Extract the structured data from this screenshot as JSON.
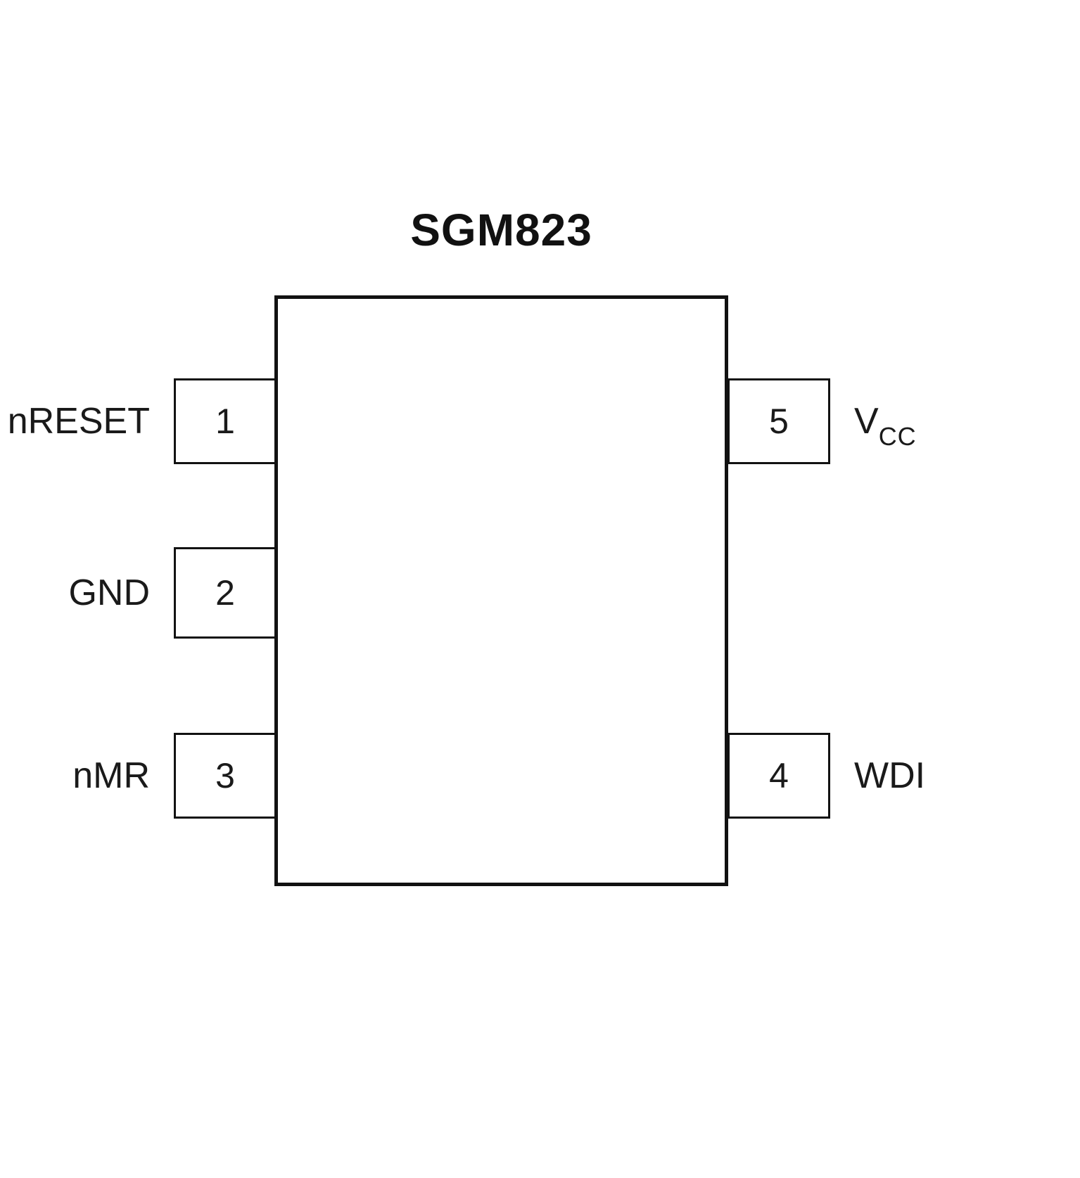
{
  "title": "SGM823",
  "pins": {
    "left": [
      {
        "number": "1",
        "label": "nRESET"
      },
      {
        "number": "2",
        "label": "GND"
      },
      {
        "number": "3",
        "label": "nMR"
      }
    ],
    "right": [
      {
        "number": "5",
        "label": "V",
        "sub": "CC"
      },
      {
        "number": "4",
        "label": "WDI",
        "sub": ""
      }
    ]
  },
  "colors": {
    "line": "#121212",
    "text": "#1a1a1a",
    "background": "#ffffff"
  }
}
